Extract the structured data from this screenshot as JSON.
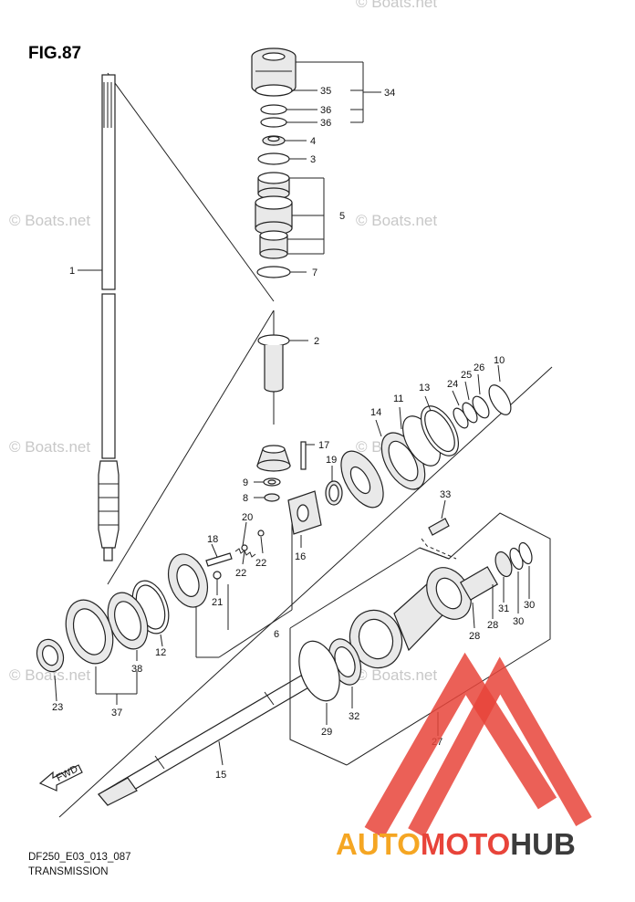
{
  "figure_label": "FIG.87",
  "drawing_code": "DF250_E03_013_087",
  "drawing_title": "TRANSMISSION",
  "watermark_text": "© Boats.net",
  "logo": {
    "part1": "AUTO",
    "part2": "MOTO",
    "part3": "HUB",
    "color_orange": "#f5a623",
    "color_red": "#e8443a",
    "color_gray": "#3b3b3b"
  },
  "callouts": [
    "1",
    "2",
    "3",
    "4",
    "5",
    "6",
    "7",
    "8",
    "9",
    "10",
    "11",
    "12",
    "13",
    "14",
    "15",
    "16",
    "17",
    "18",
    "19",
    "20",
    "21",
    "22",
    "22",
    "23",
    "24",
    "25",
    "26",
    "27",
    "28",
    "28",
    "29",
    "30",
    "30",
    "31",
    "32",
    "33",
    "34",
    "35",
    "36",
    "36",
    "37",
    "38"
  ],
  "fwd_label": "FWD"
}
